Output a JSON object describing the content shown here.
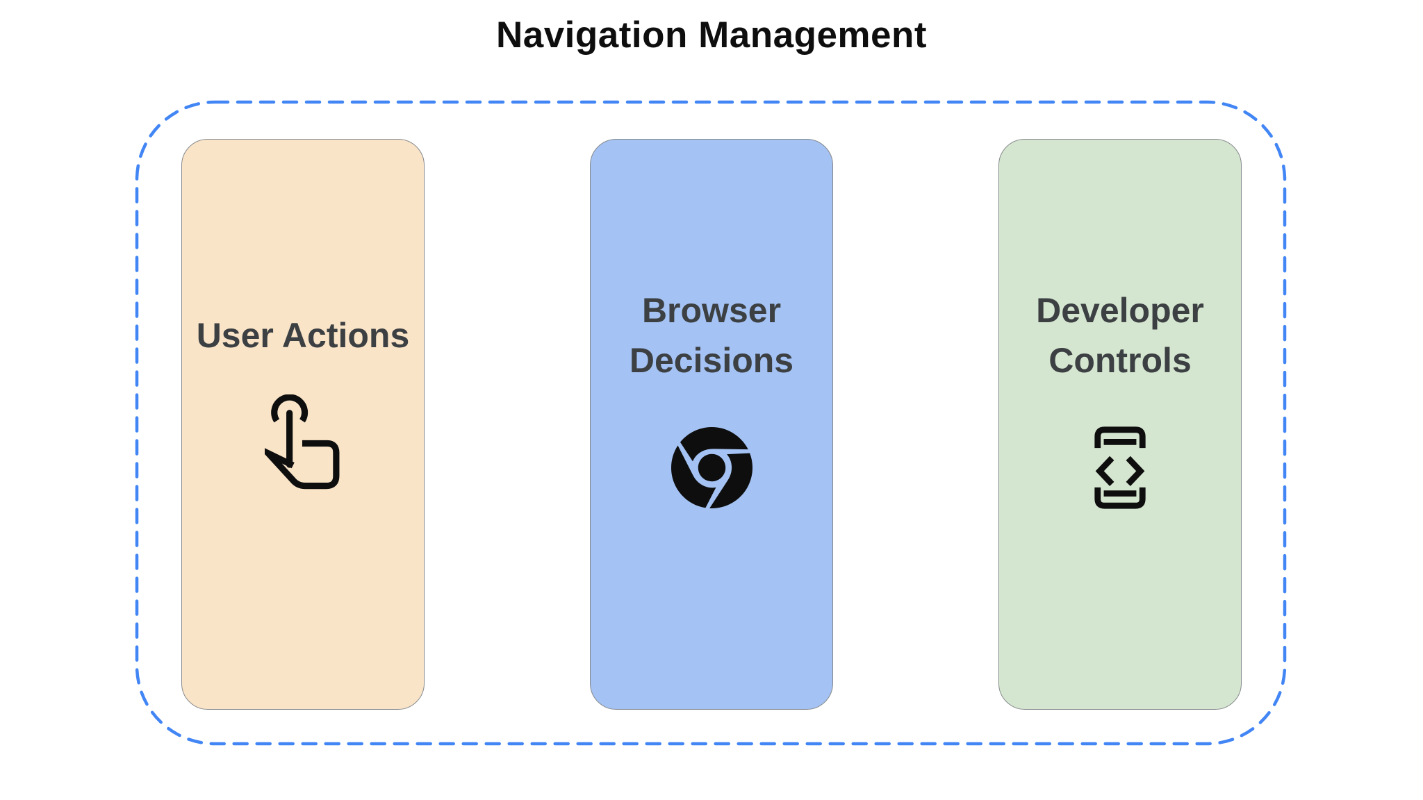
{
  "title": "Navigation Management",
  "frame": {
    "stroke_color": "#4285F4",
    "style": "dashed-rounded-rectangle"
  },
  "cards": [
    {
      "id": "user-actions",
      "label": "User Actions",
      "icon": "touch-app-icon",
      "bg_color": "#FAE4C8"
    },
    {
      "id": "browser-decisions",
      "label": "Browser Decisions",
      "icon": "chrome-browser-icon",
      "bg_color": "#A4C2F3"
    },
    {
      "id": "developer-controls",
      "label": "Developer Controls",
      "icon": "developer-mode-icon",
      "bg_color": "#D5E6D0"
    }
  ],
  "colors": {
    "title_text": "#0e0e0e",
    "card_text": "#3C4043",
    "card_border": "#85898C",
    "icon": "#0e0e0e"
  }
}
